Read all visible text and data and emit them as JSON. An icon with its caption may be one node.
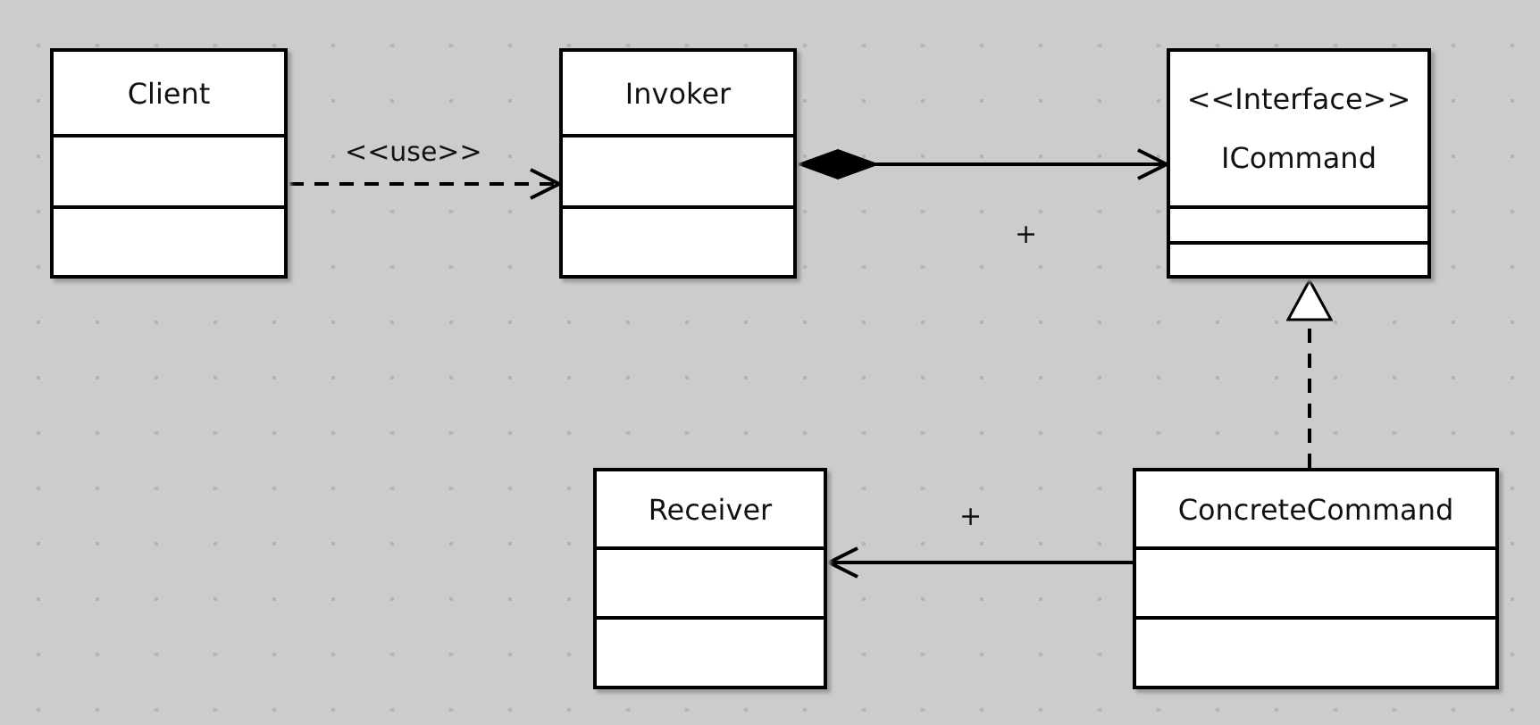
{
  "diagram": {
    "nodes": [
      {
        "text": [
          "Client"
        ]
      },
      {
        "text": [
          "Invoker"
        ]
      },
      {
        "text": [
          "<<Interface>>",
          "ICommand"
        ]
      },
      {
        "text": [
          "Receiver"
        ]
      },
      {
        "text": [
          "ConcreteCommand"
        ]
      }
    ],
    "edges": [
      {
        "from": 0,
        "to": 1,
        "arrow": "to",
        "label": "<<use>>",
        "style": "dashed"
      },
      {
        "from": 1,
        "to": 2,
        "arrow": "to",
        "label": "+"
      },
      {
        "from": 4,
        "to": 2,
        "arrow": "to",
        "style": "dashed"
      },
      {
        "from": 4,
        "to": 3,
        "arrow": "to",
        "label": "+"
      }
    ]
  }
}
